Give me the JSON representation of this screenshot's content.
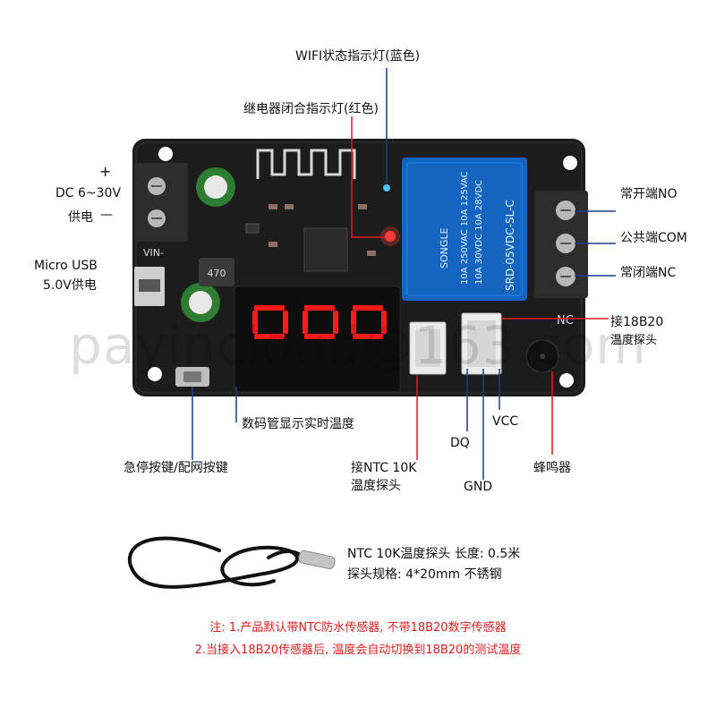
{
  "top_labels": {
    "wifi_led": "WIFI状态指示灯(蓝色)",
    "relay_led": "继电器闭合指示灯(红色)"
  },
  "left_labels": {
    "plus": "+",
    "dc_supply_line1": "DC 6~30V",
    "dc_supply_line2": "供电",
    "minus": "—",
    "usb_line1": "Micro USB",
    "usb_line2": "5.0V供电"
  },
  "right_labels": {
    "normally_open": "常开端NO",
    "common": "公共端COM",
    "normally_closed": "常闭端NC",
    "ds18b20_line1": "接18B20",
    "ds18b20_line2": "温度探头"
  },
  "bottom_labels": {
    "display": "数码管显示实时温度",
    "button": "急停按键/配网按键",
    "ntc_line1": "接NTC 10K",
    "ntc_line2": "温度探头",
    "dq": "DQ",
    "gnd": "GND",
    "vcc": "VCC",
    "buzzer": "蜂鸣器"
  },
  "board": {
    "relay_brand": "SONGLE",
    "relay_model": "SRD-05VDC-SL-C",
    "relay_rating1": "10A 250VAC  10A 125VAC",
    "relay_rating2": "10A 30VDC  10A 28VDC",
    "vin_label": "VIN-",
    "nc_silk": "NC",
    "inductor": "470"
  },
  "probe": {
    "spec_line1": "NTC 10K温度探头 长度: 0.5米",
    "spec_line2": "探头规格: 4*20mm  不锈钢"
  },
  "notes": {
    "line1": "注: 1.产品默认带NTC防水传感器, 不带18B20数字传感器",
    "line2": "2.当接入18B20传感器后, 温度会自动切换到18B20的测试温度"
  },
  "watermark": "payincloud@163.com",
  "colors": {
    "board": "#1a1a1a",
    "relay": "#1565c0",
    "terminal": "#2f2f2f",
    "display_digits": "#ff1a1a",
    "note_text": "#e01b1b",
    "pointer_blue": "#1e3a8a",
    "pointer_red": "#e01b1b"
  }
}
